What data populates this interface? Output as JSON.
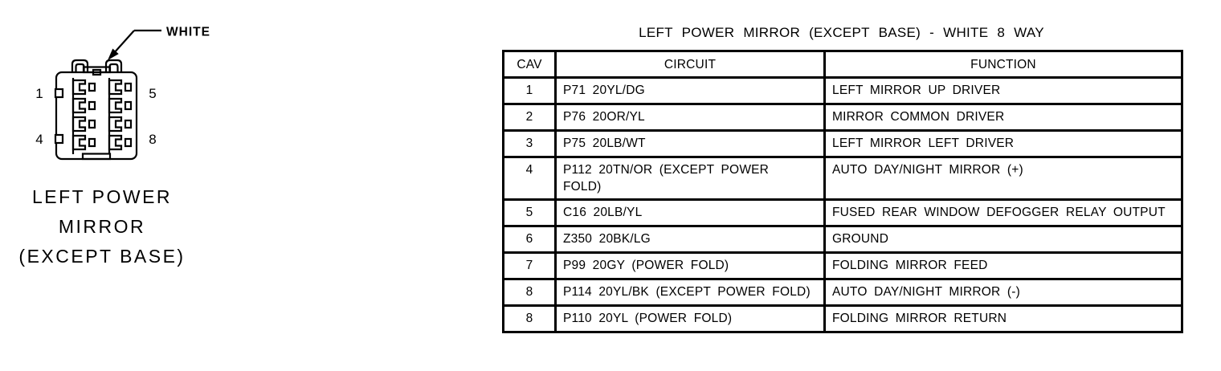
{
  "page": {
    "background": "#ffffff",
    "ink": "#000000"
  },
  "diagram": {
    "connector_color_label": "WHITE",
    "caption_lines": [
      "LEFT POWER",
      "MIRROR",
      "(EXCEPT BASE)"
    ],
    "pins": {
      "top_left": "1",
      "bottom_left": "4",
      "top_right": "5",
      "bottom_right": "8"
    }
  },
  "table": {
    "title": "LEFT POWER MIRROR (EXCEPT BASE) - WHITE 8 WAY",
    "columns": [
      "CAV",
      "CIRCUIT",
      "FUNCTION"
    ],
    "rows": [
      {
        "cav": "1",
        "circuit": "P71 20YL/DG",
        "function": "LEFT MIRROR UP DRIVER"
      },
      {
        "cav": "2",
        "circuit": "P76 20OR/YL",
        "function": "MIRROR COMMON DRIVER"
      },
      {
        "cav": "3",
        "circuit": "P75 20LB/WT",
        "function": "LEFT MIRROR LEFT DRIVER"
      },
      {
        "cav": "4",
        "circuit": "P112 20TN/OR (EXCEPT POWER\nFOLD)",
        "function": "AUTO DAY/NIGHT MIRROR (+)"
      },
      {
        "cav": "5",
        "circuit": "C16 20LB/YL",
        "function": "FUSED REAR WINDOW DEFOGGER RELAY OUTPUT"
      },
      {
        "cav": "6",
        "circuit": "Z350 20BK/LG",
        "function": "GROUND"
      },
      {
        "cav": "7",
        "circuit": "P99 20GY (POWER FOLD)",
        "function": "FOLDING MIRROR FEED"
      },
      {
        "cav": "8",
        "circuit": "P114 20YL/BK (EXCEPT POWER FOLD)",
        "function": "AUTO DAY/NIGHT MIRROR (-)"
      },
      {
        "cav": "8",
        "circuit": "P110 20YL (POWER FOLD)",
        "function": "FOLDING MIRROR RETURN"
      }
    ]
  }
}
